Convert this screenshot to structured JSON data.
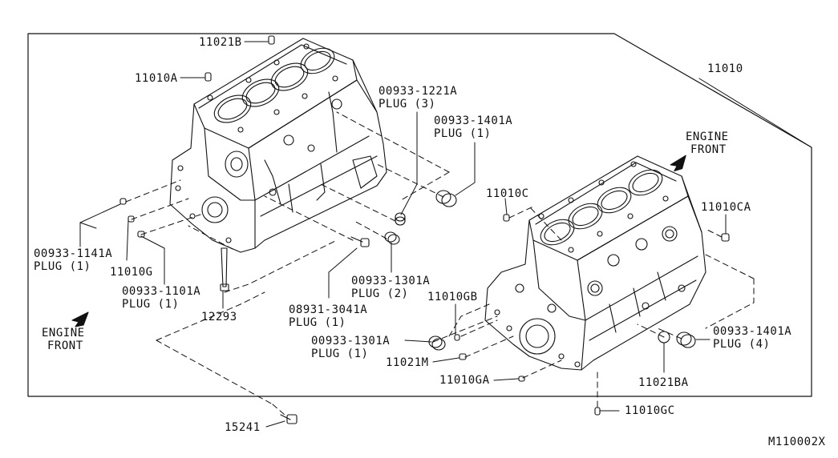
{
  "diagram_code": "M110002X",
  "engine_front_left": {
    "line1": "ENGINE",
    "line2": "FRONT"
  },
  "engine_front_right": {
    "line1": "ENGINE",
    "line2": "FRONT"
  },
  "parts": {
    "p11021B": {
      "number": "11021B"
    },
    "p11010A": {
      "number": "11010A"
    },
    "p11010": {
      "number": "11010"
    },
    "p00933_1221A": {
      "number": "00933-1221A",
      "desc": "PLUG (3)"
    },
    "p00933_1401A_top": {
      "number": "00933-1401A",
      "desc": "PLUG (1)"
    },
    "p11010C": {
      "number": "11010C"
    },
    "p11010CA": {
      "number": "11010CA"
    },
    "p00933_1141A": {
      "number": "00933-1141A",
      "desc": "PLUG (1)"
    },
    "p11010G": {
      "number": "11010G"
    },
    "p00933_1101A": {
      "number": "00933-1101A",
      "desc": "PLUG (1)"
    },
    "p12293": {
      "number": "12293"
    },
    "p08931_3041A": {
      "number": "08931-3041A",
      "desc": "PLUG (1)"
    },
    "p00933_1301A_mid": {
      "number": "00933-1301A",
      "desc": "PLUG (2)"
    },
    "p11010GB": {
      "number": "11010GB"
    },
    "p00933_1301A_low": {
      "number": "00933-1301A",
      "desc": "PLUG (1)"
    },
    "p11021M": {
      "number": "11021M"
    },
    "p11010GA": {
      "number": "11010GA"
    },
    "p11021BA": {
      "number": "11021BA"
    },
    "p00933_1401A_right": {
      "number": "00933-1401A",
      "desc": "PLUG (4)"
    },
    "p11010GC": {
      "number": "11010GC"
    },
    "p15241": {
      "number": "15241"
    }
  }
}
